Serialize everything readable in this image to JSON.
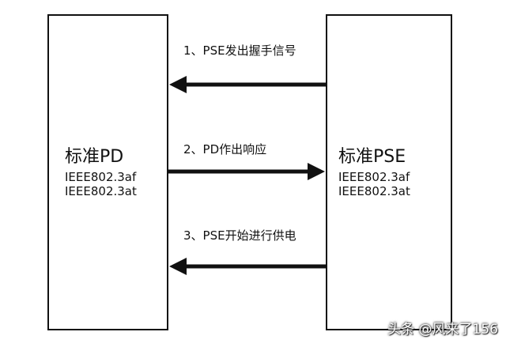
{
  "pd": {
    "title": "标准PD",
    "standards": [
      "IEEE802.3af",
      "IEEE802.3at"
    ]
  },
  "pse": {
    "title": "标准PSE",
    "standards": [
      "IEEE802.3af",
      "IEEE802.3at"
    ]
  },
  "steps": [
    {
      "label": "1、PSE发出握手信号",
      "direction": "pse-to-pd"
    },
    {
      "label": "2、PD作出响应",
      "direction": "pd-to-pse"
    },
    {
      "label": "3、PSE开始进行供电",
      "direction": "pse-to-pd"
    }
  ],
  "watermark": "头条 @风来了156",
  "colors": {
    "line": "#111111",
    "background": "#ffffff"
  }
}
